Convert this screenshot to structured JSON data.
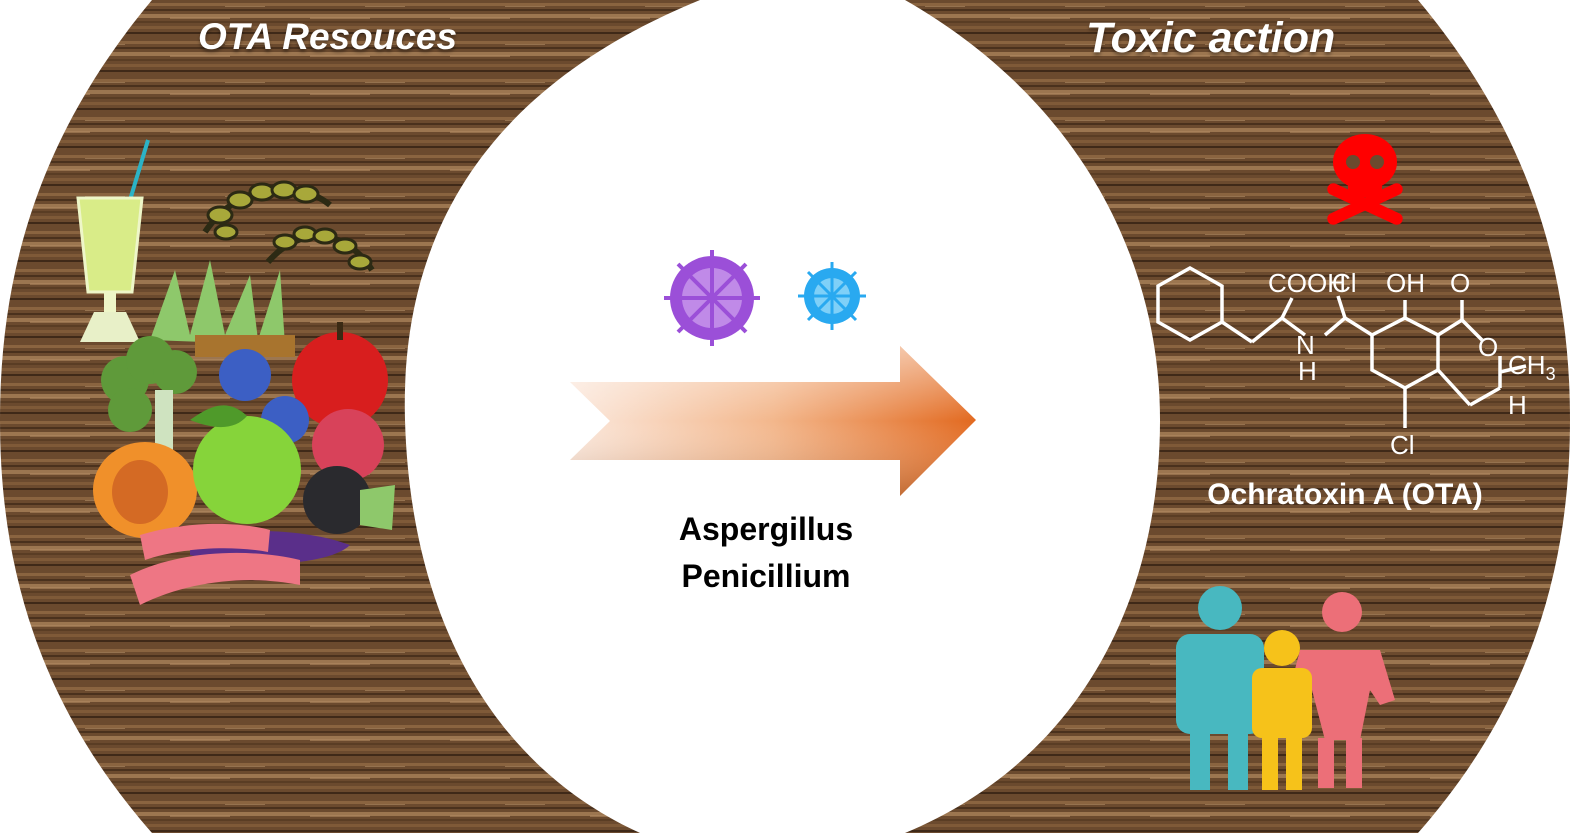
{
  "sections": {
    "left_title": "OTA Resouces",
    "right_title": "Toxic action"
  },
  "organisms": [
    "Aspergillus",
    "Penicillium"
  ],
  "toxin": {
    "name": "Ochratoxin A (OTA)",
    "atom_labels": {
      "cooh": "COOH",
      "cl_top": "Cl",
      "oh": "OH",
      "o_carbonyl": "O",
      "o_ring": "O",
      "ch3": "CH3",
      "nh_n": "N",
      "nh_h": "H",
      "h_stereo": "H",
      "cl_bottom": "Cl"
    }
  },
  "colors": {
    "wood": "#6b4a2e",
    "arrow": "#e8742a",
    "skull": "#ff0000",
    "virus_purple": "#9b4fd8",
    "virus_blue": "#29a9f0",
    "person_teal": "#48b8c0",
    "person_yellow": "#f6c21a",
    "person_pink": "#ec6f78"
  },
  "icons": [
    "juice-glass-icon",
    "grain-icon",
    "fruit-vegetable-pile-icon",
    "virus-icon",
    "skull-crossbones-icon",
    "family-icon"
  ]
}
